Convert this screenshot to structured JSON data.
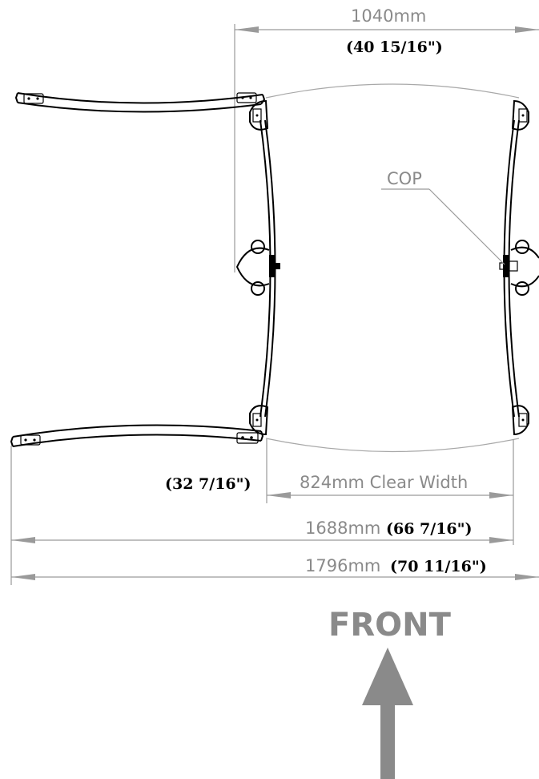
{
  "dimensions": {
    "depth_mm": "1040mm",
    "depth_in": "(40 15/16\")",
    "clear_width_in": "(32 7/16\")",
    "clear_width_mm": "824mm Clear Width",
    "inner_width_mm": "1688mm",
    "inner_width_in": "(66 7/16\")",
    "overall_width_mm": "1796mm",
    "overall_width_in": "(70 11/16\")"
  },
  "labels": {
    "cop": "COP",
    "front": "FRONT"
  },
  "colors": {
    "dimension": "#9a9a9a",
    "dimension_text": "#8a8a8a",
    "drawing": "#000000",
    "arrow": "#8a8a8a"
  }
}
